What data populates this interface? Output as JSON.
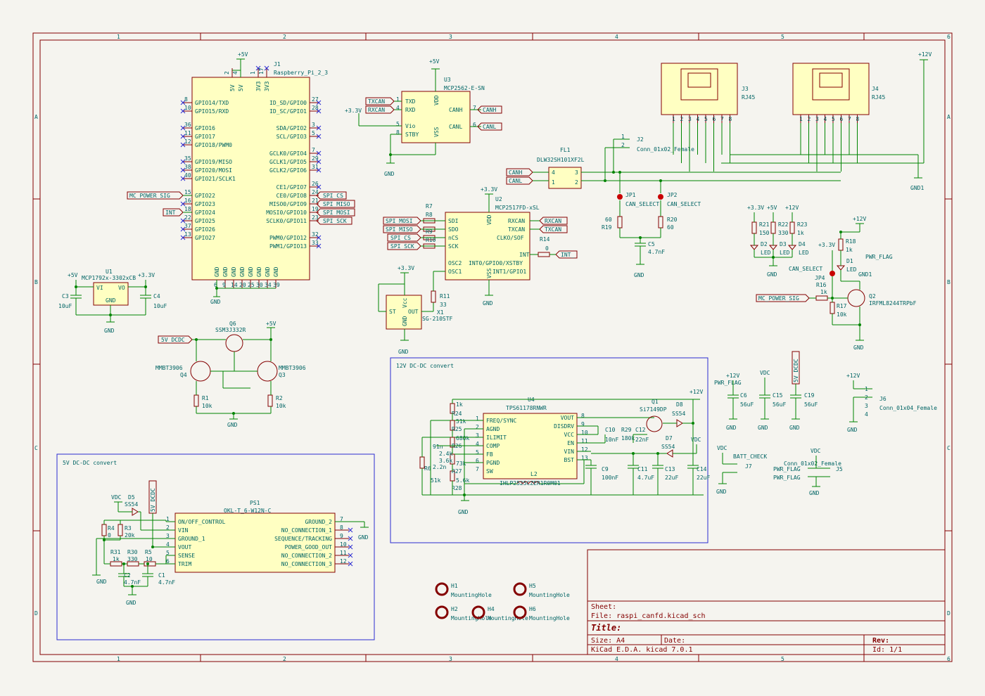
{
  "frame": {
    "col_numbers": [
      "1",
      "2",
      "3",
      "4",
      "5",
      "6"
    ],
    "row_letters": [
      "A",
      "B",
      "C",
      "D"
    ]
  },
  "blocks": {
    "b12v": "12V DC-DC convert",
    "b5v": "5V DC-DC convert"
  },
  "title_block": {
    "sheet": "Sheet:",
    "file": "File: raspi_canfd.kicad_sch",
    "title": "Title:",
    "size": "Size: A4",
    "date": "Date:",
    "rev": "Rev:",
    "tool": "KiCad E.D.A.  kicad 7.0.1",
    "id": "Id: 1/1"
  },
  "j1": {
    "ref": "J1",
    "value": "Raspberry_Pi_2_3",
    "left_pins": [
      "GPIO14/TXD",
      "GPIO15/RXD",
      "GPIO16",
      "GPIO17",
      "GPIO18/PWM0",
      "GPIO19/MISO",
      "GPIO20/MOSI",
      "GPIO21/SCLK1",
      "GPIO22",
      "GPIO23",
      "GPIO24",
      "GPIO25",
      "GPIO26",
      "GPIO27"
    ],
    "left_nums": [
      "8",
      "10",
      "36",
      "11",
      "12",
      "35",
      "38",
      "40",
      "15",
      "16",
      "18",
      "22",
      "37",
      "13"
    ],
    "right_pins": [
      "ID_SD/GPIO0",
      "ID_SC/GPIO1",
      "SDA/GPIO2",
      "SCL/GPIO3",
      "GCLK0/GPIO4",
      "GCLK1/GPIO5",
      "GCLK2/GPIO6",
      "CE1/GPIO7",
      "CE0/GPIO8",
      "MISO0/GPIO9",
      "MOSI0/GPIO10",
      "SCLK0/GPIO11",
      "PWM0/GPIO12",
      "PWM1/GPIO13"
    ],
    "right_nums": [
      "27",
      "28",
      "3",
      "5",
      "7",
      "29",
      "31",
      "26",
      "24",
      "21",
      "19",
      "23",
      "32",
      "33"
    ],
    "top_pins": [
      "5V",
      "5V",
      "3V3",
      "3V3"
    ],
    "top_nums": [
      "2",
      "4",
      "1",
      "17"
    ],
    "bottom_nums": [
      "6",
      "9",
      "14",
      "20",
      "25",
      "30",
      "34",
      "39"
    ],
    "bottom_label": "GND"
  },
  "power": {
    "p5v": "+5V",
    "p3v3": "+3.3V",
    "p12v": "+12V",
    "vdc": "VDC",
    "gnd": "GND",
    "gnd1": "GND1",
    "pwr_flag": "PWR_FLAG"
  },
  "netlabels": {
    "mc_power_sig": "MC_POWER_SIG",
    "int": "INT",
    "int_": "INT_",
    "spi_cs": "SPI_CS",
    "spi_miso": "SPI_MISO",
    "spi_mosi": "SPI_MOSI",
    "spi_sck": "SPI_SCK",
    "txcan": "TXCAN",
    "rxcan": "RXCAN",
    "canh": "CANH",
    "canl": "CANL",
    "v5_dcdc": "5V_DCDC",
    "can_select": "CAN_SELECT",
    "batt_check": "BATT_CHECK"
  },
  "u3": {
    "ref": "U3",
    "value": "MCP2562-E-SN",
    "pins_l": [
      "TXD",
      "RXD",
      "Vio",
      "STBY"
    ],
    "nums_l": [
      "1",
      "4",
      "5",
      "8"
    ],
    "pins_r": [
      "CANH",
      "CANL"
    ],
    "nums_r": [
      "7",
      "6"
    ],
    "top": "VDD",
    "top_num": "3",
    "bot": "VSS",
    "bot_num": "2"
  },
  "u2": {
    "ref": "U2",
    "value": "MCP2517FD-xSL",
    "pins_l": [
      "SDI",
      "SDO",
      "nCS",
      "SCK",
      "OSC2",
      "OSC1"
    ],
    "nums_l": [
      "11",
      "12",
      "10",
      "13",
      "2",
      "3"
    ],
    "pins_r": [
      "RXCAN",
      "TXCAN",
      "CLKO/SOF",
      "INT",
      "INT0/GPIO0/XSTBY",
      "INT1/GPIO1"
    ],
    "nums_r": [
      "5",
      "4",
      "7",
      "14",
      "8",
      "9"
    ],
    "top": "VDD",
    "top_num": "14",
    "bot": "VSS",
    "bot_num": "6"
  },
  "u1": {
    "ref": "U1",
    "value": "MCP1792x-3302xCB",
    "vi": "VI",
    "vo": "VO",
    "gnd": "GND"
  },
  "u4": {
    "ref": "U4",
    "value": "TPS61178RNWR",
    "pins_l": [
      "FREQ/SYNC",
      "AGND",
      "ILIMIT",
      "COMP",
      "FB",
      "PGND",
      "SW"
    ],
    "nums_l": [
      "1",
      "2",
      "3",
      "4",
      "5",
      "6",
      "7"
    ],
    "pins_r": [
      "VOUT",
      "DISDRV",
      "VCC",
      "EN",
      "VIN",
      "BST"
    ],
    "nums_r": [
      "8",
      "9",
      "10",
      "11",
      "12",
      "13"
    ]
  },
  "ps1": {
    "ref": "PS1",
    "value": "OKL-T_6-W12N-C",
    "pins_l": [
      "ON/OFF_CONTROL",
      "VIN",
      "GROUND_1",
      "VOUT",
      "SENSE",
      "TRIM"
    ],
    "nums_l": [
      "1",
      "2",
      "3",
      "4",
      "5",
      "6"
    ],
    "pins_r": [
      "GROUND_2",
      "NO_CONNECTION_1",
      "SEQUENCE/TRACKING",
      "POWER_GOOD_OUT",
      "NO_CONNECTION_2",
      "NO_CONNECTION_3"
    ],
    "nums_r": [
      "7",
      "8",
      "9",
      "10",
      "11",
      "12"
    ]
  },
  "x1": {
    "ref": "X1",
    "value": "SG-210STF",
    "st": "ST",
    "out": "OUT",
    "vcc": "Vcc",
    "gnd": "GND"
  },
  "fl1": {
    "ref": "FL1",
    "value": "DLW32SH101XF2L"
  },
  "q1": {
    "ref": "Q1",
    "value": "Si7149DP"
  },
  "q2": {
    "ref": "Q2",
    "value": "IRFML8244TRPbF"
  },
  "q3": {
    "ref": "Q3",
    "value": "MMBT3906"
  },
  "q4": {
    "ref": "Q4",
    "value": "MMBT3906"
  },
  "q6": {
    "ref": "Q6",
    "value": "SSM3J332R"
  },
  "l2": {
    "ref": "L2",
    "value": "IHLP2525CZER1R0M01"
  },
  "j2": {
    "ref": "J2",
    "value": "Conn_01x02_Female"
  },
  "j3": {
    "ref": "J3",
    "value": "RJ45"
  },
  "j4": {
    "ref": "J4",
    "value": "RJ45"
  },
  "j5": {
    "ref": "J5",
    "value": "Conn_01x02_Female"
  },
  "j6": {
    "ref": "J6",
    "value": "Conn_01x04_Female"
  },
  "j7": {
    "ref": "J7",
    "value": "BATT_CHECK"
  },
  "jp1": {
    "ref": "JP1",
    "value": "CAN_SELECT"
  },
  "jp2": {
    "ref": "JP2",
    "value": "CAN_SELECT"
  },
  "jp4": {
    "ref": "JP4",
    "value": "CAN_SELECT"
  },
  "d1": {
    "ref": "D1",
    "value": "LED"
  },
  "d2": {
    "ref": "D2",
    "value": "LED"
  },
  "d3": {
    "ref": "D3",
    "value": "LED"
  },
  "d4": {
    "ref": "D4",
    "value": "LED"
  },
  "d5": {
    "ref": "D5",
    "value": "SS54"
  },
  "d7": {
    "ref": "D7",
    "value": "SS54"
  },
  "d8": {
    "ref": "D8",
    "value": "SS54"
  },
  "mounting": [
    {
      "ref": "H1",
      "value": "MountingHole"
    },
    {
      "ref": "H2",
      "value": "MountingHole"
    },
    {
      "ref": "H4",
      "value": "MountingHole"
    },
    {
      "ref": "H5",
      "value": "MountingHole"
    },
    {
      "ref": "H6",
      "value": "MountingHole"
    }
  ],
  "resistors": {
    "r1": [
      "R1",
      "10k"
    ],
    "r2": [
      "R2",
      "10k"
    ],
    "r3": [
      "R3",
      "20k"
    ],
    "r4": [
      "R4",
      "0"
    ],
    "r7": [
      "R7",
      ""
    ],
    "r8": [
      "R8",
      ""
    ],
    "r9": [
      "R9",
      ""
    ],
    "r10": [
      "R10",
      ""
    ],
    "r11": [
      "R11",
      "33"
    ],
    "r14": [
      "R14",
      "0"
    ],
    "r16": [
      "R16",
      "1k"
    ],
    "r17": [
      "R17",
      "10k"
    ],
    "r18": [
      "R18",
      "1k"
    ],
    "r19": [
      "R19",
      "60"
    ],
    "r20": [
      "R20",
      "60"
    ],
    "r21": [
      "R21",
      "150"
    ],
    "r22": [
      "R22",
      "330"
    ],
    "r23": [
      "R23",
      "1k"
    ],
    "r24": [
      "R24",
      "1k"
    ],
    "r25": [
      "R25",
      "51k"
    ],
    "r26": [
      "R26",
      "680k"
    ],
    "r27": [
      "R27",
      "73k"
    ],
    "r28": [
      "R28",
      "5.6k"
    ],
    "r29": [
      "R29",
      "180k"
    ],
    "r30": [
      "R30",
      "330"
    ],
    "r31": [
      "R31",
      "1k"
    ],
    "r5": [
      "R5",
      "10"
    ]
  },
  "caps": {
    "c1": [
      "C1",
      "4.7nF"
    ],
    "c2": [
      "C2",
      "4.7nF"
    ],
    "c3": [
      "C3",
      "10uF"
    ],
    "c4": [
      "C4",
      "10uF"
    ],
    "c5": [
      "C5",
      "4.7nF"
    ],
    "c6": [
      "C6",
      "56uF"
    ],
    "c9": [
      "C9",
      "100nF"
    ],
    "c10": [
      "C10",
      "10nF"
    ],
    "c11": [
      "C11",
      "4.7uF"
    ],
    "c12": [
      "C12",
      "22nF"
    ],
    "c13": [
      "C13",
      "22uF"
    ],
    "c14": [
      "C14",
      "22uF"
    ],
    "c15": [
      "C15",
      "56uF"
    ],
    "c19": [
      "C19",
      "56uF"
    ],
    "c7": [
      "C7",
      "91n"
    ],
    "c8": [
      "C8",
      "2.2n"
    ],
    "r6": [
      "R6",
      "2.4k"
    ],
    "r6b": [
      "",
      "51k"
    ],
    "r15": [
      "",
      "3.6k"
    ]
  }
}
